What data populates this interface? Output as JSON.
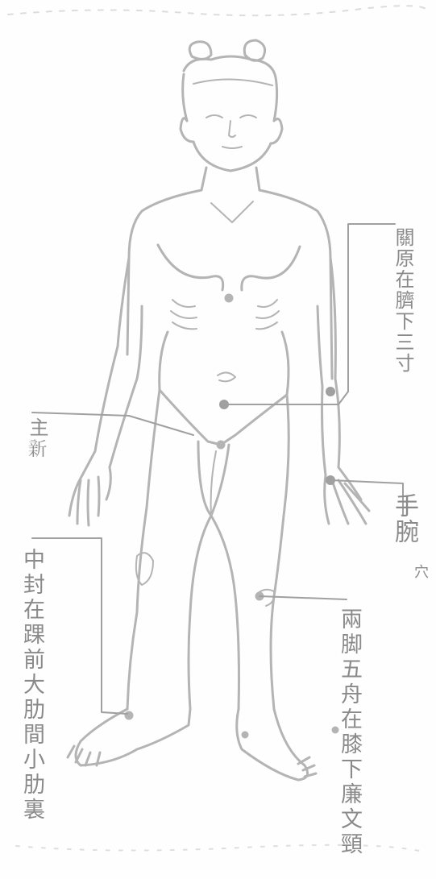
{
  "labels": {
    "guanyuan": "關原在臍下三寸",
    "zhuzhi": "主𣂺",
    "shouwan": "手腕",
    "shouwan_small": "穴",
    "zhongfeng": "中封在踝前大肋間小肋裏",
    "liangjiao": "兩脚五舟在膝下廉文頸"
  },
  "colors": {
    "ink": "#a9a9a9",
    "ink_light": "#c8c8c8",
    "paper": "#fefefe"
  }
}
